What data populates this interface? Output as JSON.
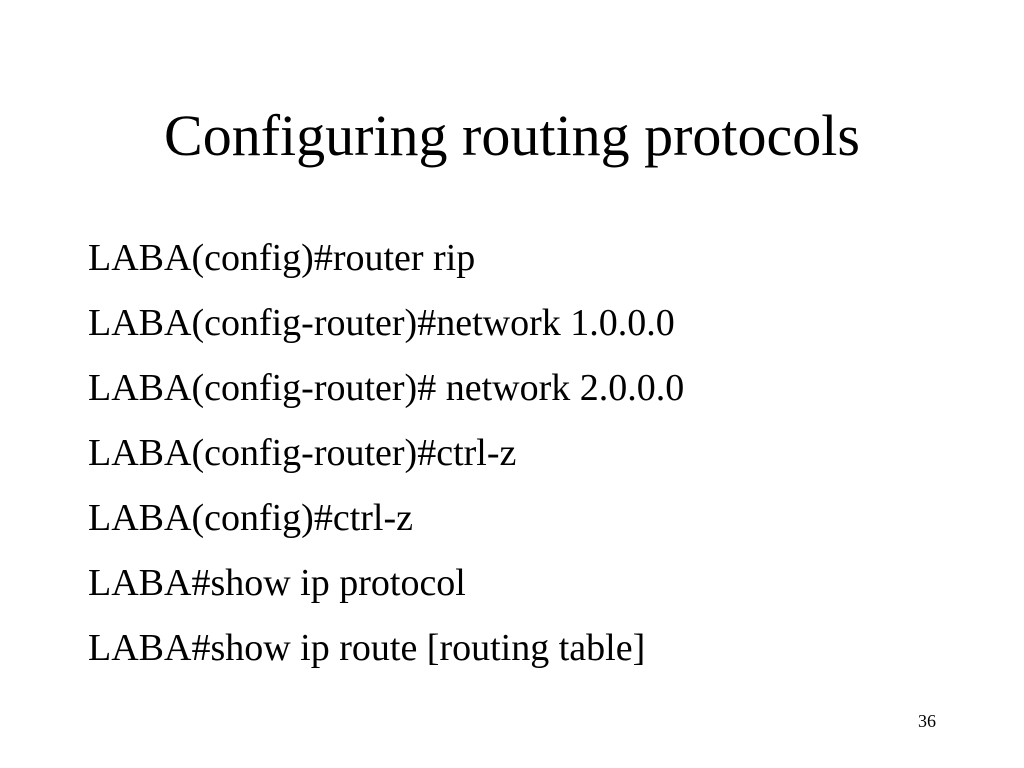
{
  "slide": {
    "title": "Configuring routing protocols",
    "lines": [
      "LABA(config)#router rip",
      "LABA(config-router)#network 1.0.0.0",
      "LABA(config-router)# network 2.0.0.0",
      "LABA(config-router)#ctrl-z",
      "LABA(config)#ctrl-z",
      "LABA#show ip protocol",
      "LABA#show ip route [routing table]"
    ],
    "page_number": "36"
  },
  "colors": {
    "background": "#ffffff",
    "text": "#000000"
  }
}
